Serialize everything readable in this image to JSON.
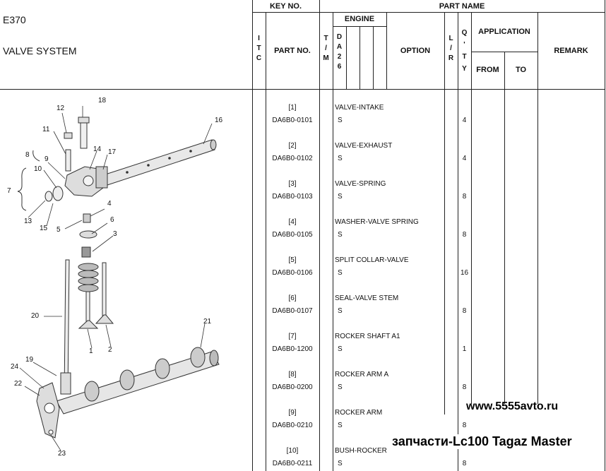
{
  "doc": {
    "code": "E370",
    "section": "VALVE SYSTEM"
  },
  "headers": {
    "key_no": "KEY NO.",
    "part_name": "PART NAME",
    "itc": [
      "I",
      "T",
      "C"
    ],
    "part_no": "PART NO.",
    "tim": [
      "T",
      "/",
      "M"
    ],
    "engine": "ENGINE",
    "engine_code": [
      "D",
      "A",
      "2",
      "6"
    ],
    "option": "OPTION",
    "lr": [
      "L",
      "/",
      "R"
    ],
    "qty": [
      "Q",
      "'",
      "T",
      "Y"
    ],
    "application": "APPLICATION",
    "from": "FROM",
    "to": "TO",
    "remark": "REMARK"
  },
  "parts": [
    {
      "idx": "[1]",
      "part_no": "DA6B0-0101",
      "name": "VALVE-INTAKE",
      "eng": "S",
      "qty": "4"
    },
    {
      "idx": "[2]",
      "part_no": "DA6B0-0102",
      "name": "VALVE-EXHAUST",
      "eng": "S",
      "qty": "4"
    },
    {
      "idx": "[3]",
      "part_no": "DA6B0-0103",
      "name": "VALVE-SPRING",
      "eng": "S",
      "qty": "8"
    },
    {
      "idx": "[4]",
      "part_no": "DA6B0-0105",
      "name": "WASHER-VALVE SPRING",
      "eng": "S",
      "qty": "8"
    },
    {
      "idx": "[5]",
      "part_no": "DA6B0-0106",
      "name": "SPLIT COLLAR-VALVE",
      "eng": "S",
      "qty": "16"
    },
    {
      "idx": "[6]",
      "part_no": "DA6B0-0107",
      "name": "SEAL-VALVE STEM",
      "eng": "S",
      "qty": "8"
    },
    {
      "idx": "[7]",
      "part_no": "DA6B0-1200",
      "name": "ROCKER SHAFT A1",
      "eng": "S",
      "qty": "1"
    },
    {
      "idx": "[8]",
      "part_no": "DA6B0-0200",
      "name": "ROCKER ARM A",
      "eng": "S",
      "qty": "8"
    },
    {
      "idx": "[9]",
      "part_no": "DA6B0-0210",
      "name": "ROCKER ARM",
      "eng": "S",
      "qty": "8"
    },
    {
      "idx": "[10]",
      "part_no": "DA6B0-0211",
      "name": "BUSH-ROCKER",
      "eng": "S",
      "qty": "8"
    }
  ],
  "callouts": [
    "1",
    "2",
    "3",
    "4",
    "5",
    "6",
    "7",
    "8",
    "9",
    "10",
    "11",
    "12",
    "13",
    "14",
    "15",
    "16",
    "17",
    "18",
    "19",
    "20",
    "21",
    "22",
    "23",
    "24"
  ],
  "watermark": {
    "site": "www.5555avto.ru",
    "tagline": "запчасти-Lc100 Tagaz Master"
  }
}
